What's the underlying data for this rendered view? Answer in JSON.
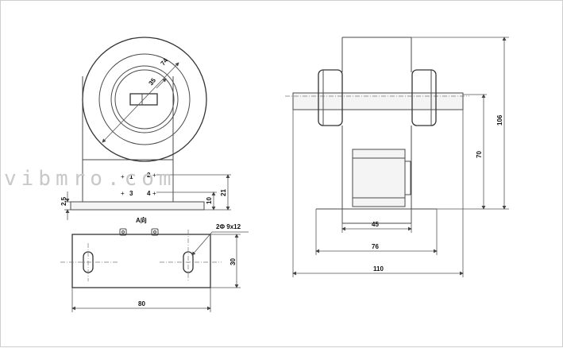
{
  "watermark": "vibmro.com",
  "left_view": {
    "diameters": {
      "outer": "74",
      "inner": "35"
    },
    "terminals": [
      "1",
      "2",
      "3",
      "4"
    ],
    "dims": {
      "base_thickness": "2.5",
      "terminal_height": "10",
      "center_height": "21"
    }
  },
  "bottom_view": {
    "label": "A向",
    "holes": "2Φ 9x12",
    "dims": {
      "length": "80",
      "width": "30"
    }
  },
  "right_view": {
    "dims": {
      "total_height": "106",
      "body_height": "70",
      "box_width": "45",
      "base_width": "76",
      "overall_width": "110"
    }
  }
}
